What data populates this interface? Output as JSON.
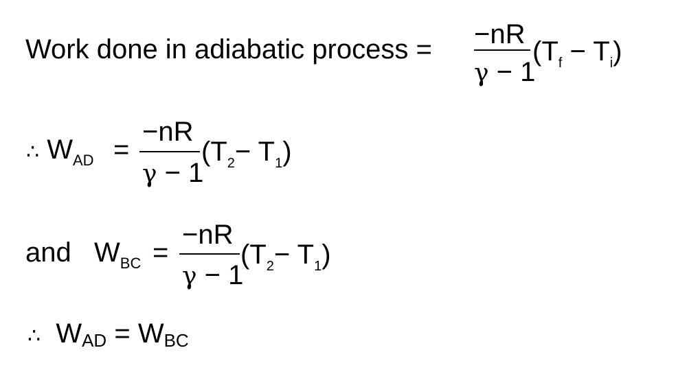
{
  "line1": {
    "text": "Work done in adiabatic process =",
    "numerator": "−nR",
    "denominator_gamma": "γ",
    "denominator_rest": " − 1",
    "paren_open": "(T",
    "sub_f": "f",
    "minus": " − T",
    "sub_i": "i",
    "paren_close": ")"
  },
  "line2": {
    "therefore": "∴",
    "W": "W",
    "sub": "AD",
    "equals": "=",
    "numerator": "−nR",
    "denominator_gamma": "γ",
    "denominator_rest": " − 1",
    "paren_open": "(T",
    "sub_2": "2",
    "minus": "− T",
    "sub_1": "1",
    "paren_close": ")"
  },
  "line3": {
    "and": "and",
    "W": "W",
    "sub": "BC",
    "equals": "=",
    "numerator": "−nR",
    "denominator_gamma": "γ",
    "denominator_rest": " − 1",
    "paren_open": "(T",
    "sub_2": "2",
    "minus": "− T",
    "sub_1": "1",
    "paren_close": ")"
  },
  "line4": {
    "therefore": "∴",
    "W1": "W",
    "sub1": "AD",
    "equals": "=",
    "W2": "W",
    "sub2": "BC"
  }
}
